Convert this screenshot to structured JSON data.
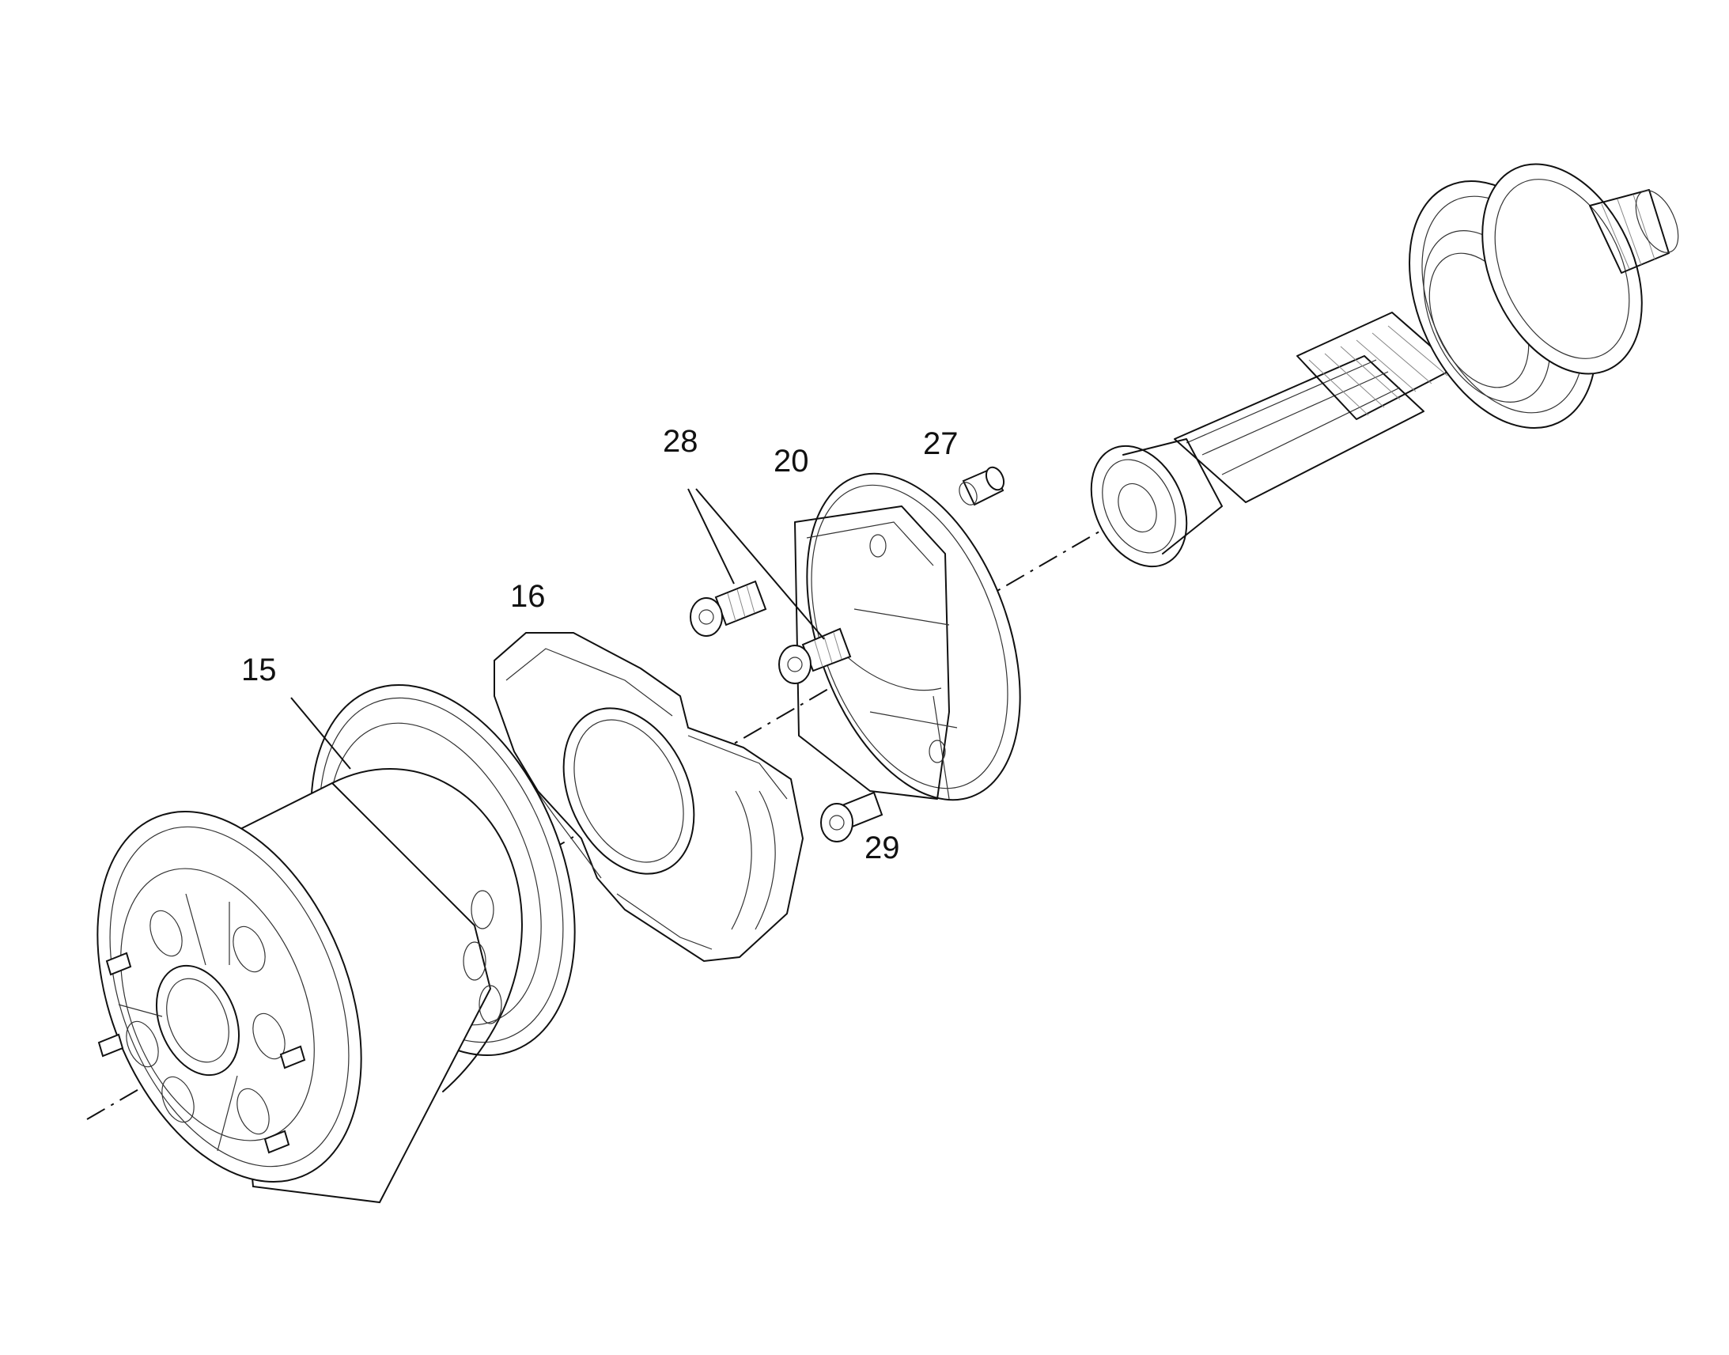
{
  "callouts": {
    "c15": "15",
    "c16": "16",
    "c20": "20",
    "c27": "27",
    "c28": "28",
    "c29": "29"
  }
}
